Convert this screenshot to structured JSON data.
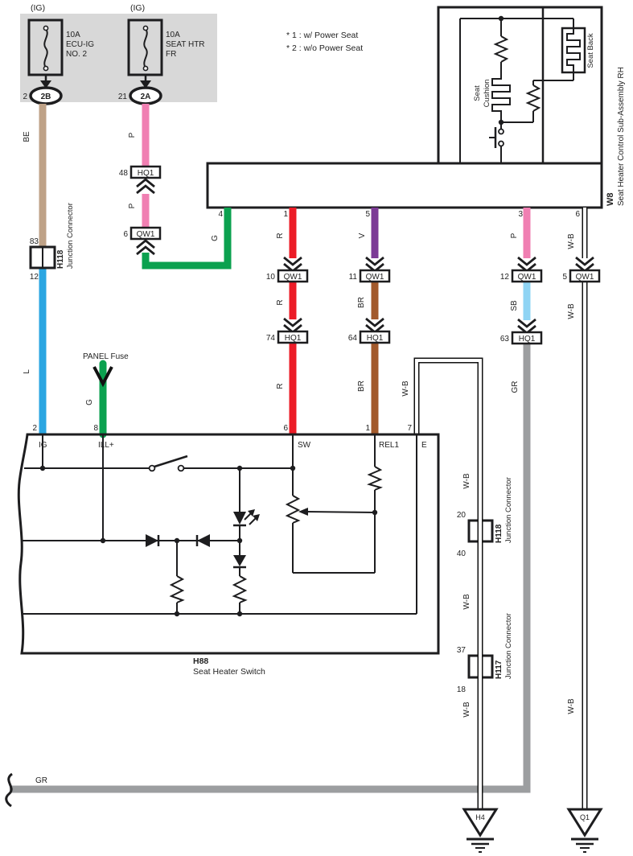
{
  "notes": {
    "n1": "* 1 : w/ Power Seat",
    "n2": "* 2 : w/o Power Seat"
  },
  "fusebox": {
    "f1": {
      "head": "(IG)",
      "amp": "10A",
      "name1": "ECU-IG",
      "name2": "NO. 2",
      "pin": "2",
      "conn": "2B"
    },
    "f2": {
      "head": "(IG)",
      "amp": "10A",
      "name1": "SEAT HTR",
      "name2": "FR",
      "pin": "21",
      "conn": "2A"
    }
  },
  "panel_fuse": {
    "label": "PANEL Fuse"
  },
  "w8": {
    "code": "W8",
    "name": "Seat Heater Control Sub-Assembly RH",
    "cushion_line1": "Seat",
    "cushion_line2": "Cushion",
    "back": "Seat Back",
    "pin4": "4",
    "pin1": "1",
    "pin5": "5",
    "pin3": "3",
    "pin6": "6"
  },
  "wires": {
    "be": "BE",
    "p": "P",
    "g": "G",
    "l": "L",
    "r": "R",
    "v": "V",
    "br": "BR",
    "sb": "SB",
    "gr": "GR",
    "wb": "W-B"
  },
  "connectors": {
    "qw1": "QW1",
    "hq1": "HQ1",
    "p48": "48",
    "p6": "6",
    "p10": "10",
    "p74": "74",
    "p11": "11",
    "p64": "64",
    "p12": "12",
    "p63": "63",
    "p5": "5"
  },
  "junctions": {
    "name": "Junction Connector",
    "h118": "H118",
    "h117": "H117",
    "left_top": "83",
    "left_bottom": "12",
    "mid_top": "20",
    "mid_bottom": "40",
    "low_top": "37",
    "low_bottom": "18"
  },
  "h88": {
    "code": "H88",
    "name": "Seat Heater Switch",
    "num_ig": "2",
    "num_ill": "8",
    "num_sw": "6",
    "num_rel1": "1",
    "num_e": "7",
    "ig": "IG",
    "ill": "ILL+",
    "sw": "SW",
    "rel1": "REL1",
    "e": "E"
  },
  "grounds": {
    "h4": "H4",
    "q1": "Q1"
  },
  "wire_colors": {
    "BE": "#bfa287",
    "P": "#f07fb2",
    "G": "#0ba14f",
    "L": "#2ba6e2",
    "R": "#ec1c27",
    "V": "#7c3a96",
    "BR": "#a2592b",
    "SB": "#8fd4f4",
    "GR": "#9c9ea0"
  },
  "ui_colors": {
    "component_fill": "#cfe9f8",
    "fuse_area_fill": "#d8d8d8",
    "conn_fill": "#ffffff"
  }
}
